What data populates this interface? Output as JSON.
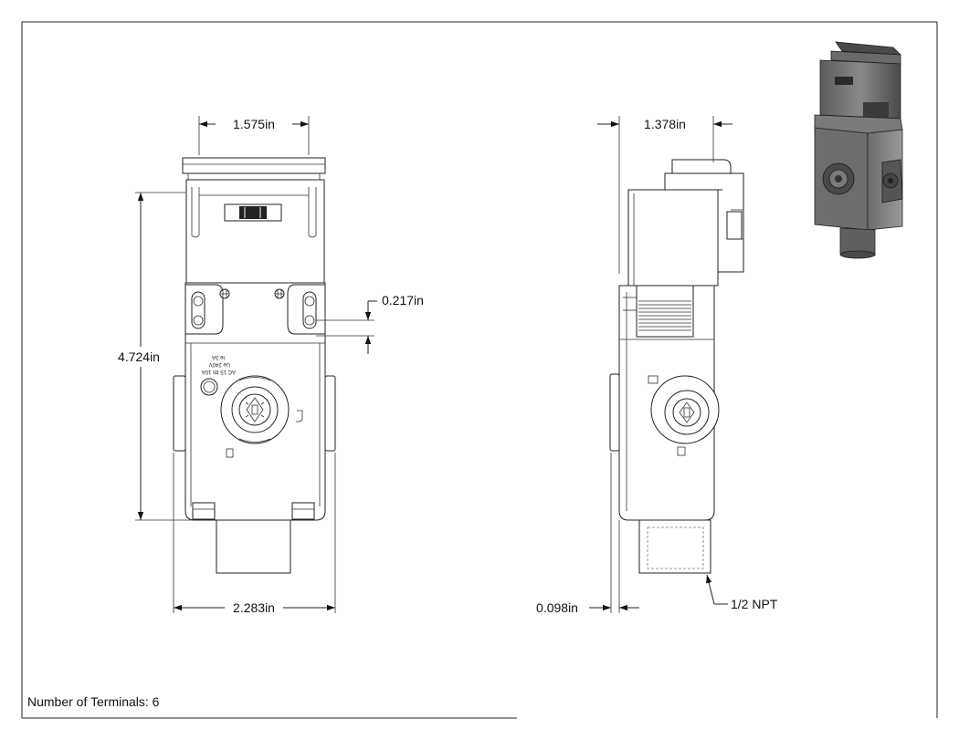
{
  "dimensions": {
    "front_width_top": "1.575in",
    "front_height": "4.724in",
    "slot_height": "0.217in",
    "front_width_bottom": "2.283in",
    "side_depth_top": "1.378in",
    "side_offset_bottom": "0.098in",
    "conduit_thread": "1/2 NPT"
  },
  "rating_label": {
    "line1": "AC 15 Ith 10A",
    "line2": "Ue 240V",
    "line3": "Ie 3A"
  },
  "notes": {
    "terminals": "Number of Terminals: 6"
  }
}
